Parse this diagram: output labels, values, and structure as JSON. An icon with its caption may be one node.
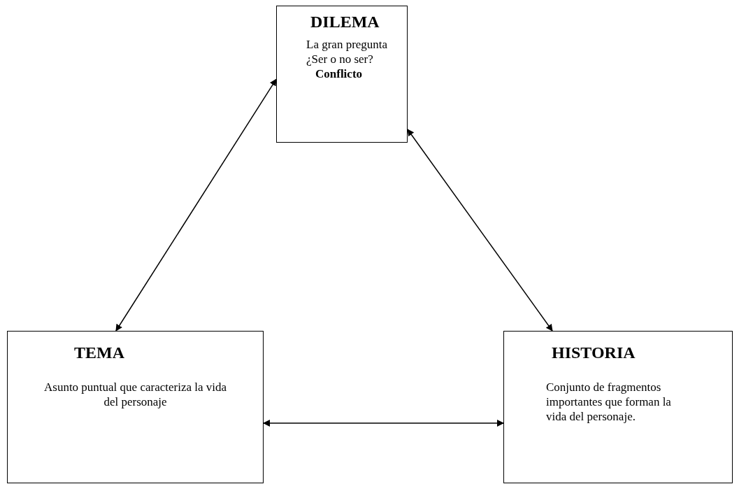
{
  "diagram": {
    "nodes": [
      {
        "text": [
          "DILEMA",
          "La gran pregunta ¿Ser o no ser?",
          "Conflicto"
        ]
      },
      {
        "text": [
          "TEMA",
          "Asunto puntual que caracteriza la vida del personaje"
        ]
      },
      {
        "text": [
          "HISTORIA",
          "Conjunto de fragmentos importantes que forman la vida del personaje."
        ]
      }
    ],
    "edges": [
      {
        "from": 1,
        "to": 0,
        "arrow": "both"
      },
      {
        "from": 0,
        "to": 2,
        "arrow": "both"
      },
      {
        "from": 1,
        "to": 2,
        "arrow": "both"
      }
    ]
  }
}
